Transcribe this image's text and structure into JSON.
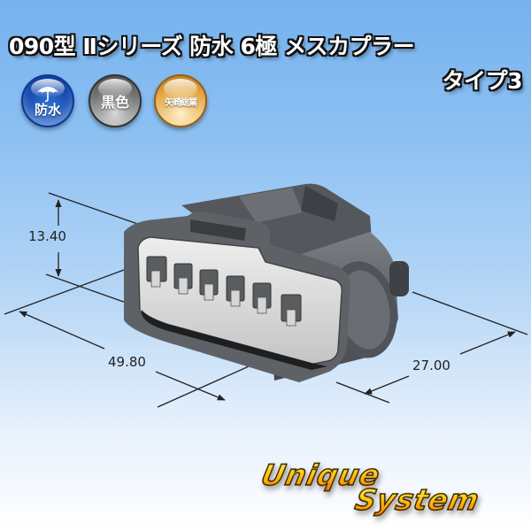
{
  "title": {
    "line1": "090型 Ⅱシリーズ 防水 6極 メスカプラー",
    "line2": "タイプ3"
  },
  "badges": [
    {
      "label": "防水",
      "icon": "umbrella-icon",
      "color": "#0c3fa6"
    },
    {
      "label": "黒色",
      "color": "#5a5a5a"
    },
    {
      "label": "矢崎総業",
      "color": "#e3a53d"
    }
  ],
  "dimensions": {
    "height": "13.40",
    "width": "49.80",
    "depth": "27.00"
  },
  "product": {
    "pin_count": 6,
    "body_color": "#5b5f63"
  },
  "logo": {
    "line1": "Unique",
    "line2": "System"
  }
}
